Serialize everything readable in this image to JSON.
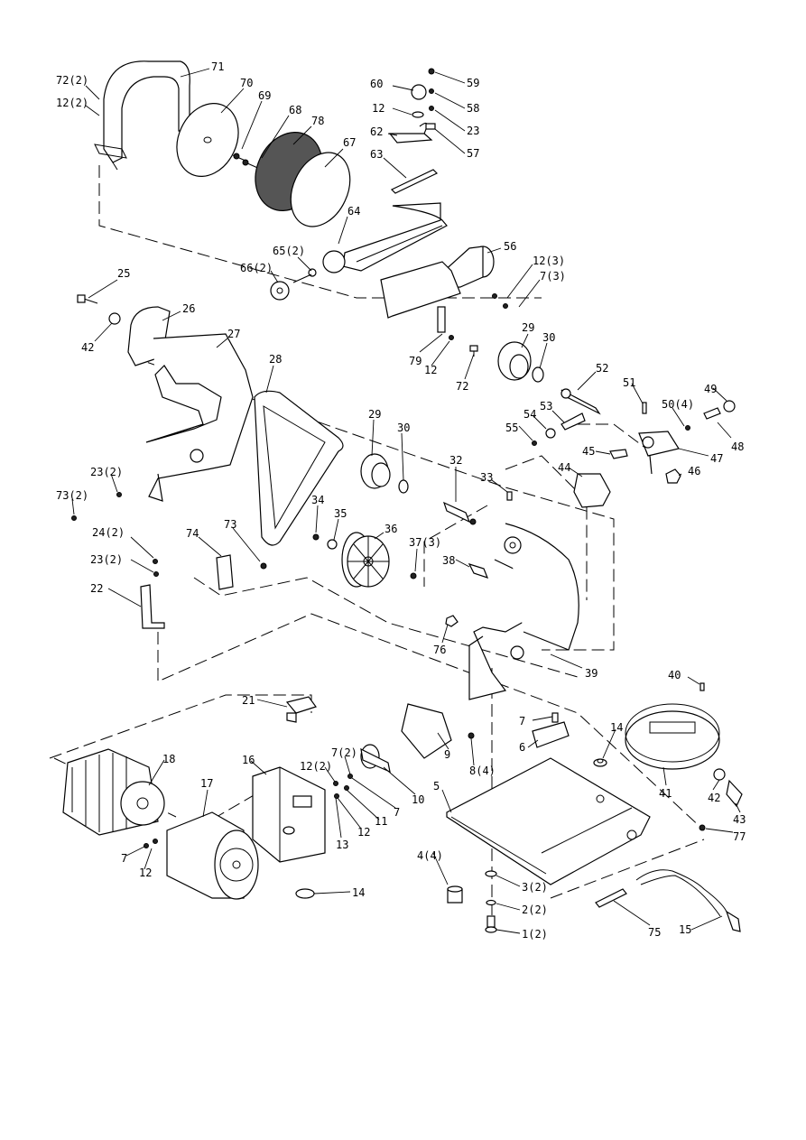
{
  "labels": [
    {
      "id": "p72a",
      "text": "72(2)"
    },
    {
      "id": "p71",
      "text": "71"
    },
    {
      "id": "p70",
      "text": "70"
    },
    {
      "id": "p12a",
      "text": "12(2)"
    },
    {
      "id": "p69",
      "text": "69"
    },
    {
      "id": "p68",
      "text": "68"
    },
    {
      "id": "p78",
      "text": "78"
    },
    {
      "id": "p67",
      "text": "67"
    },
    {
      "id": "p60",
      "text": "60"
    },
    {
      "id": "p59",
      "text": "59"
    },
    {
      "id": "p12b",
      "text": "12"
    },
    {
      "id": "p58",
      "text": "58"
    },
    {
      "id": "p23a",
      "text": "23"
    },
    {
      "id": "p62",
      "text": "62"
    },
    {
      "id": "p57",
      "text": "57"
    },
    {
      "id": "p63",
      "text": "63"
    },
    {
      "id": "p64",
      "text": "64"
    },
    {
      "id": "p56",
      "text": "56"
    },
    {
      "id": "p65",
      "text": "65(2)"
    },
    {
      "id": "p66",
      "text": "66(2)"
    },
    {
      "id": "p12c",
      "text": "12(3)"
    },
    {
      "id": "p7a",
      "text": "7(3)"
    },
    {
      "id": "p25",
      "text": "25"
    },
    {
      "id": "p26",
      "text": "26"
    },
    {
      "id": "p27",
      "text": "27"
    },
    {
      "id": "p42a",
      "text": "42"
    },
    {
      "id": "p28",
      "text": "28"
    },
    {
      "id": "p29a",
      "text": "29"
    },
    {
      "id": "p30a",
      "text": "30"
    },
    {
      "id": "p79",
      "text": "79"
    },
    {
      "id": "p12d",
      "text": "12"
    },
    {
      "id": "p72b",
      "text": "72"
    },
    {
      "id": "p52",
      "text": "52"
    },
    {
      "id": "p51",
      "text": "51"
    },
    {
      "id": "p49",
      "text": "49"
    },
    {
      "id": "p53",
      "text": "53"
    },
    {
      "id": "p50",
      "text": "50(4)"
    },
    {
      "id": "p54",
      "text": "54"
    },
    {
      "id": "p55",
      "text": "55"
    },
    {
      "id": "p48",
      "text": "48"
    },
    {
      "id": "p45",
      "text": "45"
    },
    {
      "id": "p47",
      "text": "47"
    },
    {
      "id": "p29b",
      "text": "29"
    },
    {
      "id": "p30b",
      "text": "30"
    },
    {
      "id": "p32",
      "text": "32"
    },
    {
      "id": "p44",
      "text": "44"
    },
    {
      "id": "p46",
      "text": "46"
    },
    {
      "id": "p23b",
      "text": "23(2)"
    },
    {
      "id": "p33",
      "text": "33"
    },
    {
      "id": "p73a",
      "text": "73(2)"
    },
    {
      "id": "p34",
      "text": "34"
    },
    {
      "id": "p35",
      "text": "35"
    },
    {
      "id": "p36",
      "text": "36"
    },
    {
      "id": "p24",
      "text": "24(2)"
    },
    {
      "id": "p73b",
      "text": "73"
    },
    {
      "id": "p74",
      "text": "74"
    },
    {
      "id": "p37",
      "text": "37(3)"
    },
    {
      "id": "p23c",
      "text": "23(2)"
    },
    {
      "id": "p38",
      "text": "38"
    },
    {
      "id": "p22",
      "text": "22"
    },
    {
      "id": "p76",
      "text": "76"
    },
    {
      "id": "p39",
      "text": "39"
    },
    {
      "id": "p40",
      "text": "40"
    },
    {
      "id": "p21",
      "text": "21"
    },
    {
      "id": "p9",
      "text": "9"
    },
    {
      "id": "p7b",
      "text": "7"
    },
    {
      "id": "p14a",
      "text": "14"
    },
    {
      "id": "p6",
      "text": "6"
    },
    {
      "id": "p8",
      "text": "8(4)"
    },
    {
      "id": "p18",
      "text": "18"
    },
    {
      "id": "p16",
      "text": "16"
    },
    {
      "id": "p7c",
      "text": "7(2)"
    },
    {
      "id": "p12e",
      "text": "12(2)"
    },
    {
      "id": "p10",
      "text": "10"
    },
    {
      "id": "p17",
      "text": "17"
    },
    {
      "id": "p5",
      "text": "5"
    },
    {
      "id": "p41",
      "text": "41"
    },
    {
      "id": "p42b",
      "text": "42"
    },
    {
      "id": "p43",
      "text": "43"
    },
    {
      "id": "p7d",
      "text": "7"
    },
    {
      "id": "p11",
      "text": "11"
    },
    {
      "id": "p12f",
      "text": "12"
    },
    {
      "id": "p13",
      "text": "13"
    },
    {
      "id": "p77",
      "text": "77"
    },
    {
      "id": "p7e",
      "text": "7"
    },
    {
      "id": "p12g",
      "text": "12"
    },
    {
      "id": "p4",
      "text": "4(4)"
    },
    {
      "id": "p3",
      "text": "3(2)"
    },
    {
      "id": "p14b",
      "text": "14"
    },
    {
      "id": "p2",
      "text": "2(2)"
    },
    {
      "id": "p75",
      "text": "75"
    },
    {
      "id": "p15",
      "text": "15"
    },
    {
      "id": "p1",
      "text": "1(2)"
    }
  ]
}
